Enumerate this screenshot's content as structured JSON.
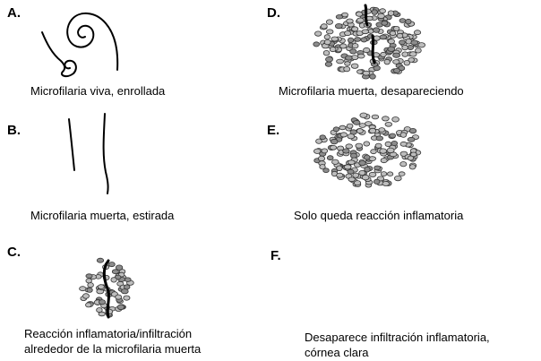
{
  "panels": {
    "a": {
      "letter": "A.",
      "caption": "Microfilaria viva, enrollada"
    },
    "b": {
      "letter": "B.",
      "caption": "Microfilaria muerta, estirada"
    },
    "c": {
      "letter": "C.",
      "caption_line1": "Reacción inflamatoria/infiltración",
      "caption_line2": "alrededor de la microfilaria muerta"
    },
    "d": {
      "letter": "D.",
      "caption": "Microfilaria muerta, desapareciendo"
    },
    "e": {
      "letter": "E.",
      "caption": "Solo queda reacción inflamatoria"
    },
    "f": {
      "letter": "F.",
      "caption_line1": "Desaparece infiltración inflamatoria,",
      "caption_line2": "córnea clara"
    }
  },
  "colors": {
    "cell_light": "#bdbdbd",
    "cell_dark": "#8c8c8c",
    "worm": "#000000"
  }
}
